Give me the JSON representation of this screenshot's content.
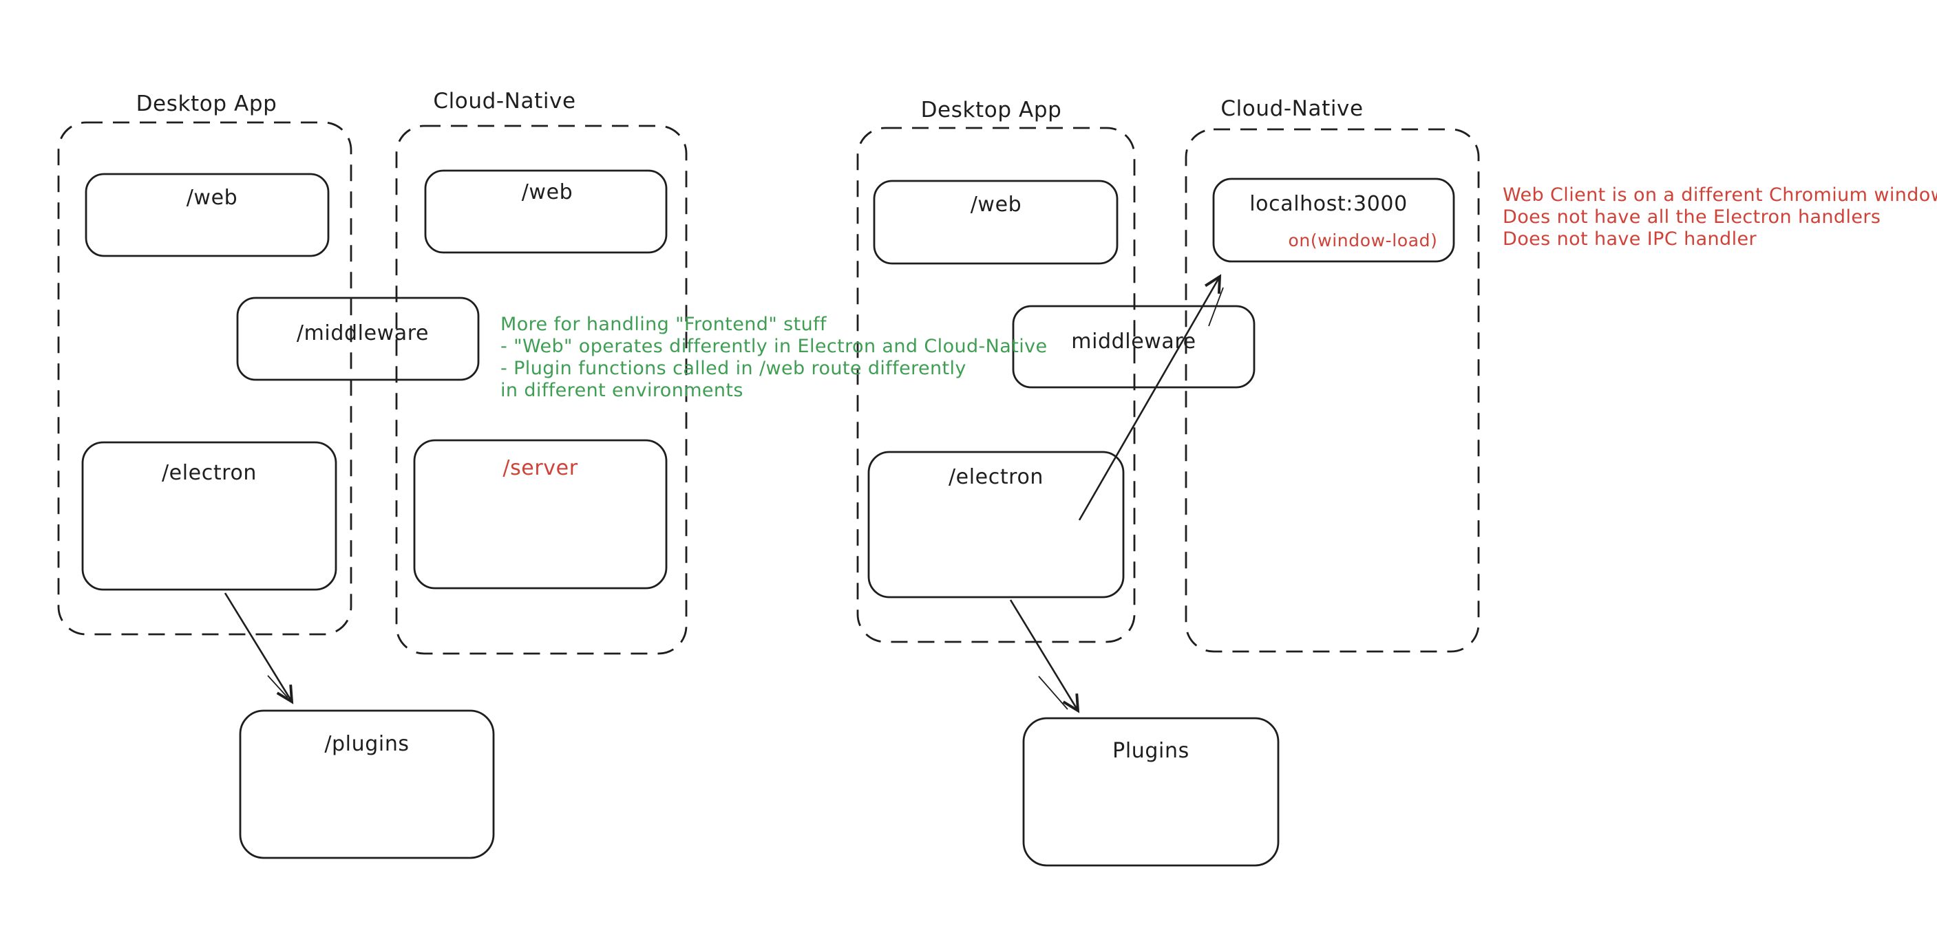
{
  "colors": {
    "ink": "#1e1e1e",
    "red": "#cf4238",
    "green": "#3f9e54",
    "paper": "#ffffff"
  },
  "left": {
    "desktop_label": "Desktop App",
    "cloud_label": "Cloud-Native",
    "desktop_web": "/web",
    "middleware": "/middleware",
    "desktop_electron": "/electron",
    "cloud_web": "/web",
    "cloud_server": "/server",
    "plugins": "/plugins",
    "note_lines": [
      "More for handling \"Frontend\" stuff",
      "- \"Web\" operates differently in Electron and Cloud-Native",
      "- Plugin functions called in /web route differently",
      "in different environments"
    ]
  },
  "right": {
    "desktop_label": "Desktop App",
    "cloud_label": "Cloud-Native",
    "desktop_web": "/web",
    "middleware": "middleware",
    "desktop_electron": "/electron",
    "cloud_localhost": "localhost:3000",
    "cloud_window_load": "on(window-load)",
    "plugins": "Plugins",
    "note_lines": [
      "Web Client is on a different Chromium window",
      "Does not have all the Electron handlers",
      "Does not have IPC handler"
    ]
  }
}
